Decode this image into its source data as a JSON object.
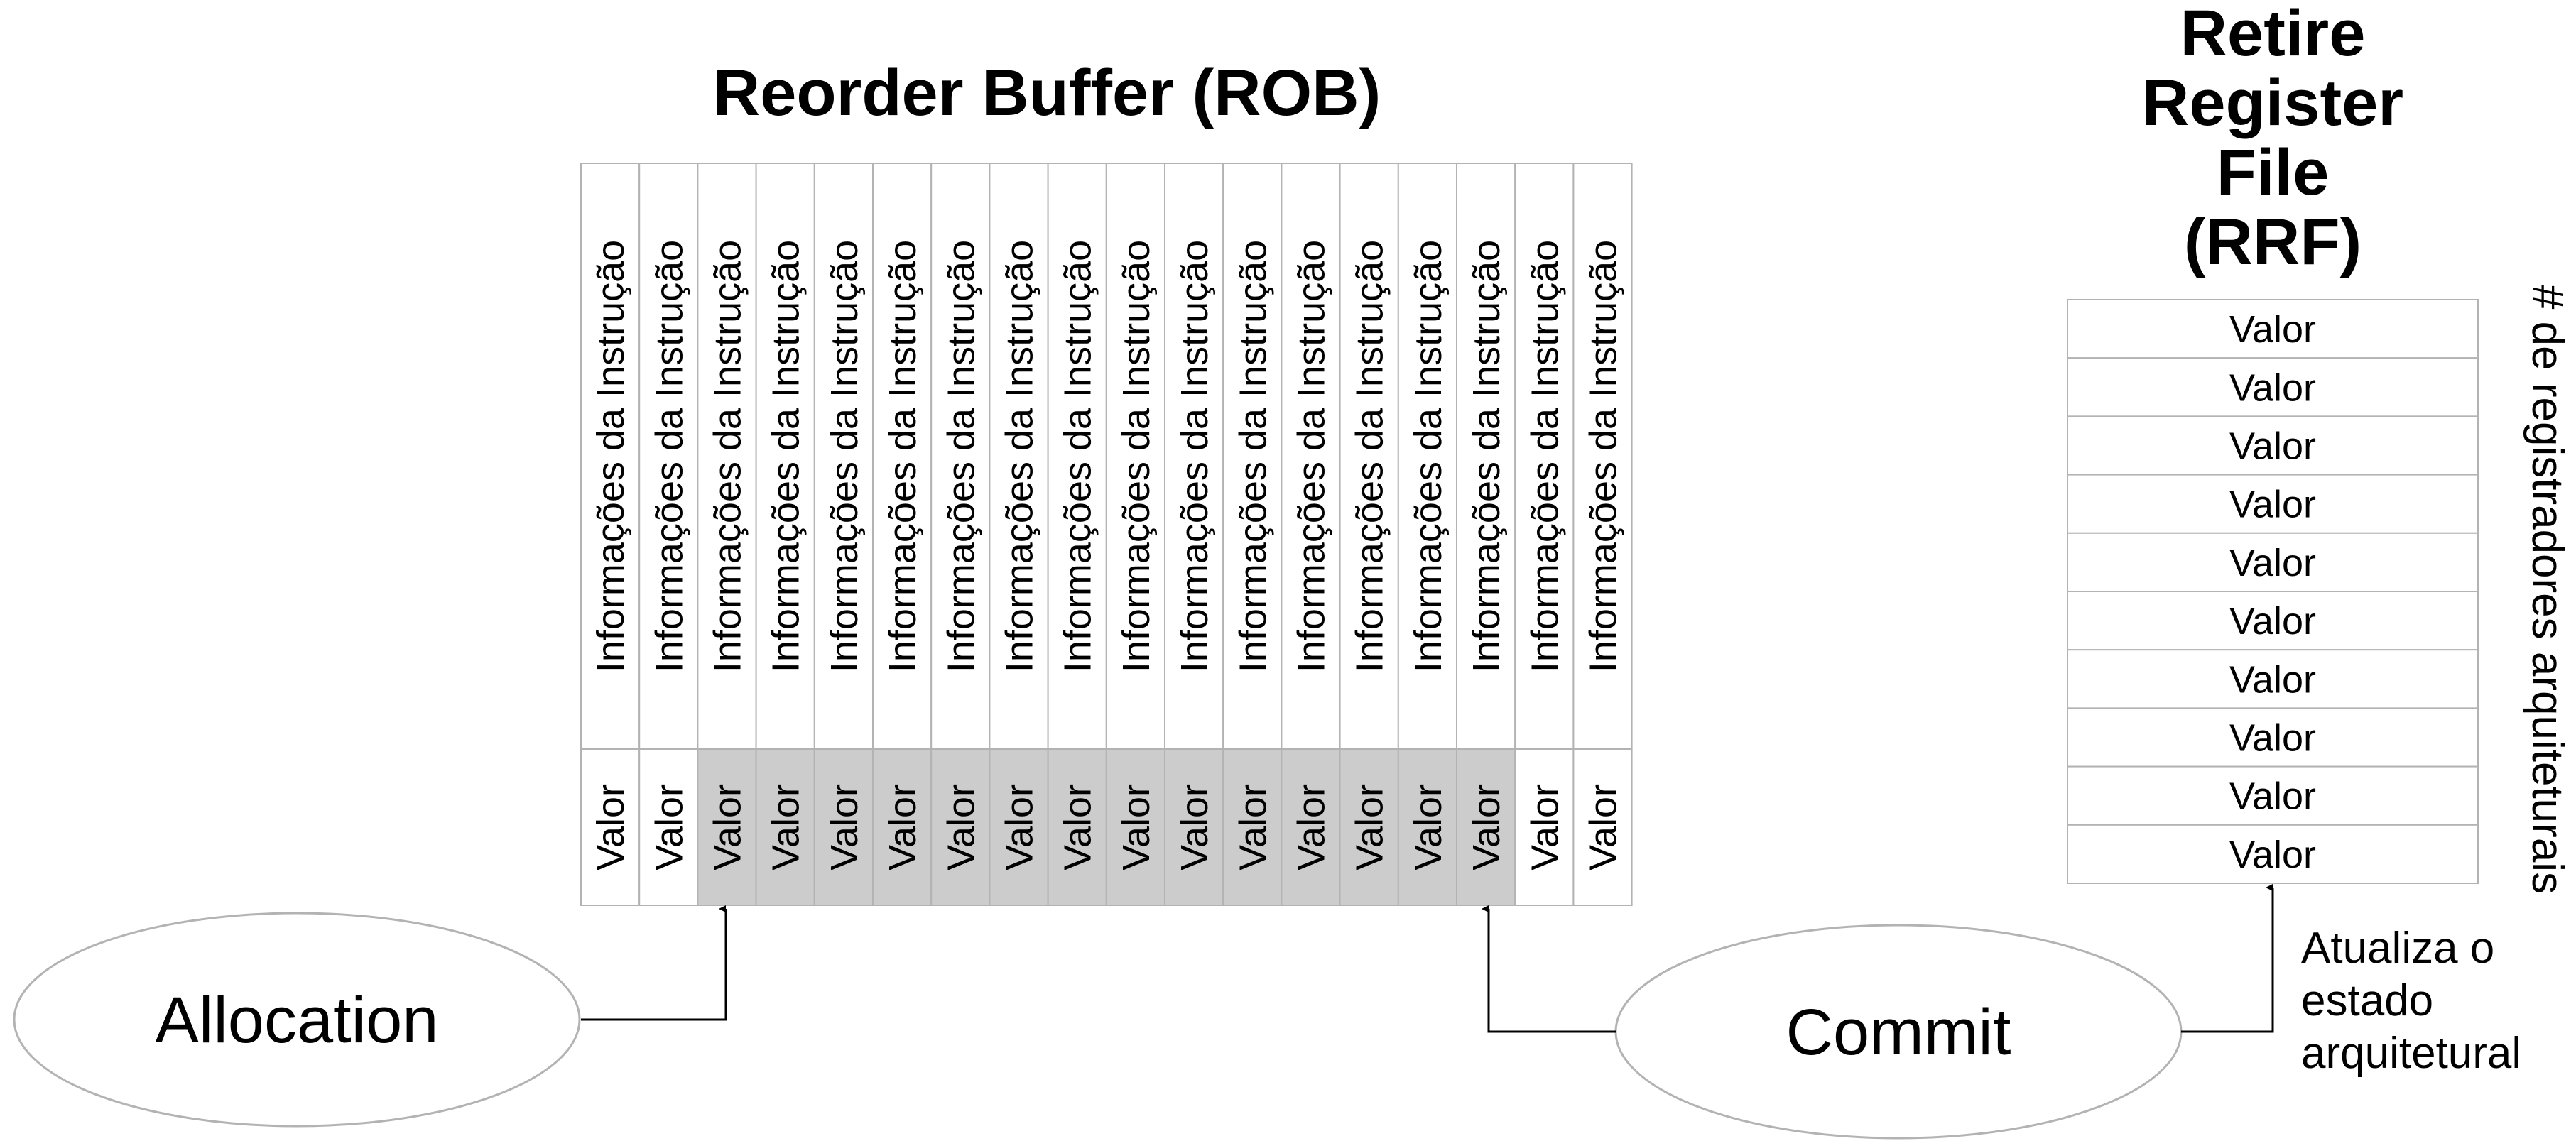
{
  "rob": {
    "title": "Reorder Buffer (ROB)",
    "columns": 18,
    "info_label": "Informações da Instrução",
    "value_label": "Valor",
    "highlighted_range": [
      2,
      15
    ]
  },
  "rrf": {
    "title_lines": [
      "Retire",
      "Register",
      "File",
      "(RRF)"
    ],
    "rows": 10,
    "value_label": "Valor",
    "side_label": "# de registradores arquiteturais"
  },
  "allocation": {
    "label": "Allocation"
  },
  "commit": {
    "label": "Commit"
  },
  "note": {
    "lines": [
      "Atualiza o",
      "estado",
      "arquitetural"
    ]
  },
  "colors": {
    "highlight_fill": "#cccccc",
    "border": "#b3b3b3",
    "line": "#000000"
  }
}
